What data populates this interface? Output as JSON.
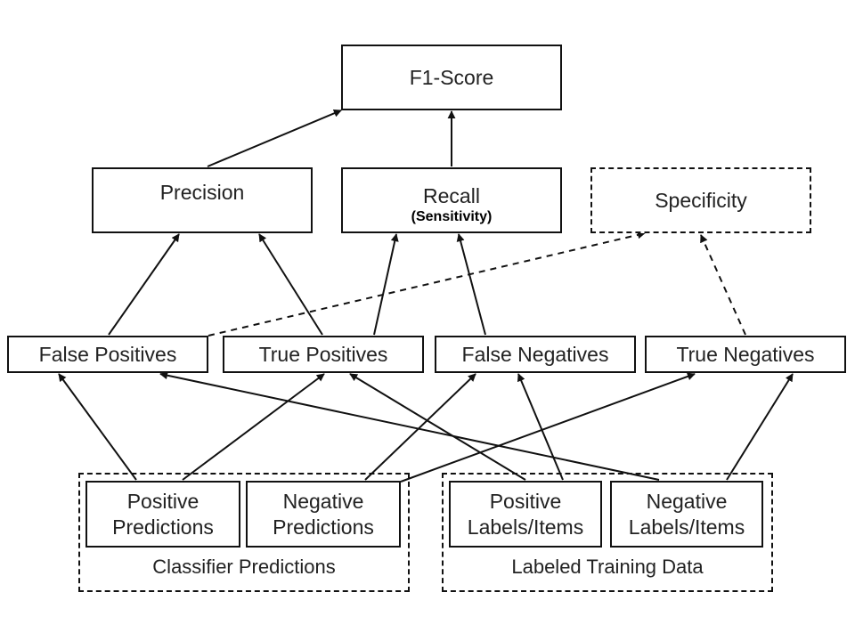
{
  "nodes": {
    "f1": {
      "label": "F1-Score"
    },
    "precision": {
      "label": "Precision"
    },
    "recall": {
      "label": "Recall",
      "sublabel": "(Sensitivity)"
    },
    "specificity": {
      "label": "Specificity"
    },
    "false_positives": {
      "label": "False Positives"
    },
    "true_positives": {
      "label": "True Positives"
    },
    "false_negatives": {
      "label": "False Negatives"
    },
    "true_negatives": {
      "label": "True Negatives"
    },
    "positive_predictions": {
      "label_line1": "Positive",
      "label_line2": "Predictions"
    },
    "negative_predictions": {
      "label_line1": "Negative",
      "label_line2": "Predictions"
    },
    "positive_labels": {
      "label_line1": "Positive",
      "label_line2": "Labels/Items"
    },
    "negative_labels": {
      "label_line1": "Negative",
      "label_line2": "Labels/Items"
    }
  },
  "groups": {
    "classifier": {
      "title": "Classifier Predictions"
    },
    "training": {
      "title": "Labeled Training Data"
    }
  },
  "edges": [
    {
      "from": "precision",
      "to": "f1",
      "style": "solid"
    },
    {
      "from": "recall",
      "to": "f1",
      "style": "solid"
    },
    {
      "from": "false_positives",
      "to": "precision",
      "style": "solid"
    },
    {
      "from": "true_positives",
      "to": "precision",
      "style": "solid"
    },
    {
      "from": "true_positives",
      "to": "recall",
      "style": "solid"
    },
    {
      "from": "false_negatives",
      "to": "recall",
      "style": "solid"
    },
    {
      "from": "false_positives",
      "to": "specificity",
      "style": "dashed"
    },
    {
      "from": "true_negatives",
      "to": "specificity",
      "style": "dashed"
    },
    {
      "from": "positive_predictions",
      "to": "false_positives",
      "style": "solid"
    },
    {
      "from": "positive_predictions",
      "to": "true_positives",
      "style": "solid"
    },
    {
      "from": "negative_predictions",
      "to": "false_negatives",
      "style": "solid"
    },
    {
      "from": "negative_predictions",
      "to": "true_negatives",
      "style": "solid"
    },
    {
      "from": "positive_labels",
      "to": "true_positives",
      "style": "solid"
    },
    {
      "from": "positive_labels",
      "to": "false_negatives",
      "style": "solid"
    },
    {
      "from": "negative_labels",
      "to": "false_positives",
      "style": "solid"
    },
    {
      "from": "negative_labels",
      "to": "true_negatives",
      "style": "solid"
    }
  ]
}
